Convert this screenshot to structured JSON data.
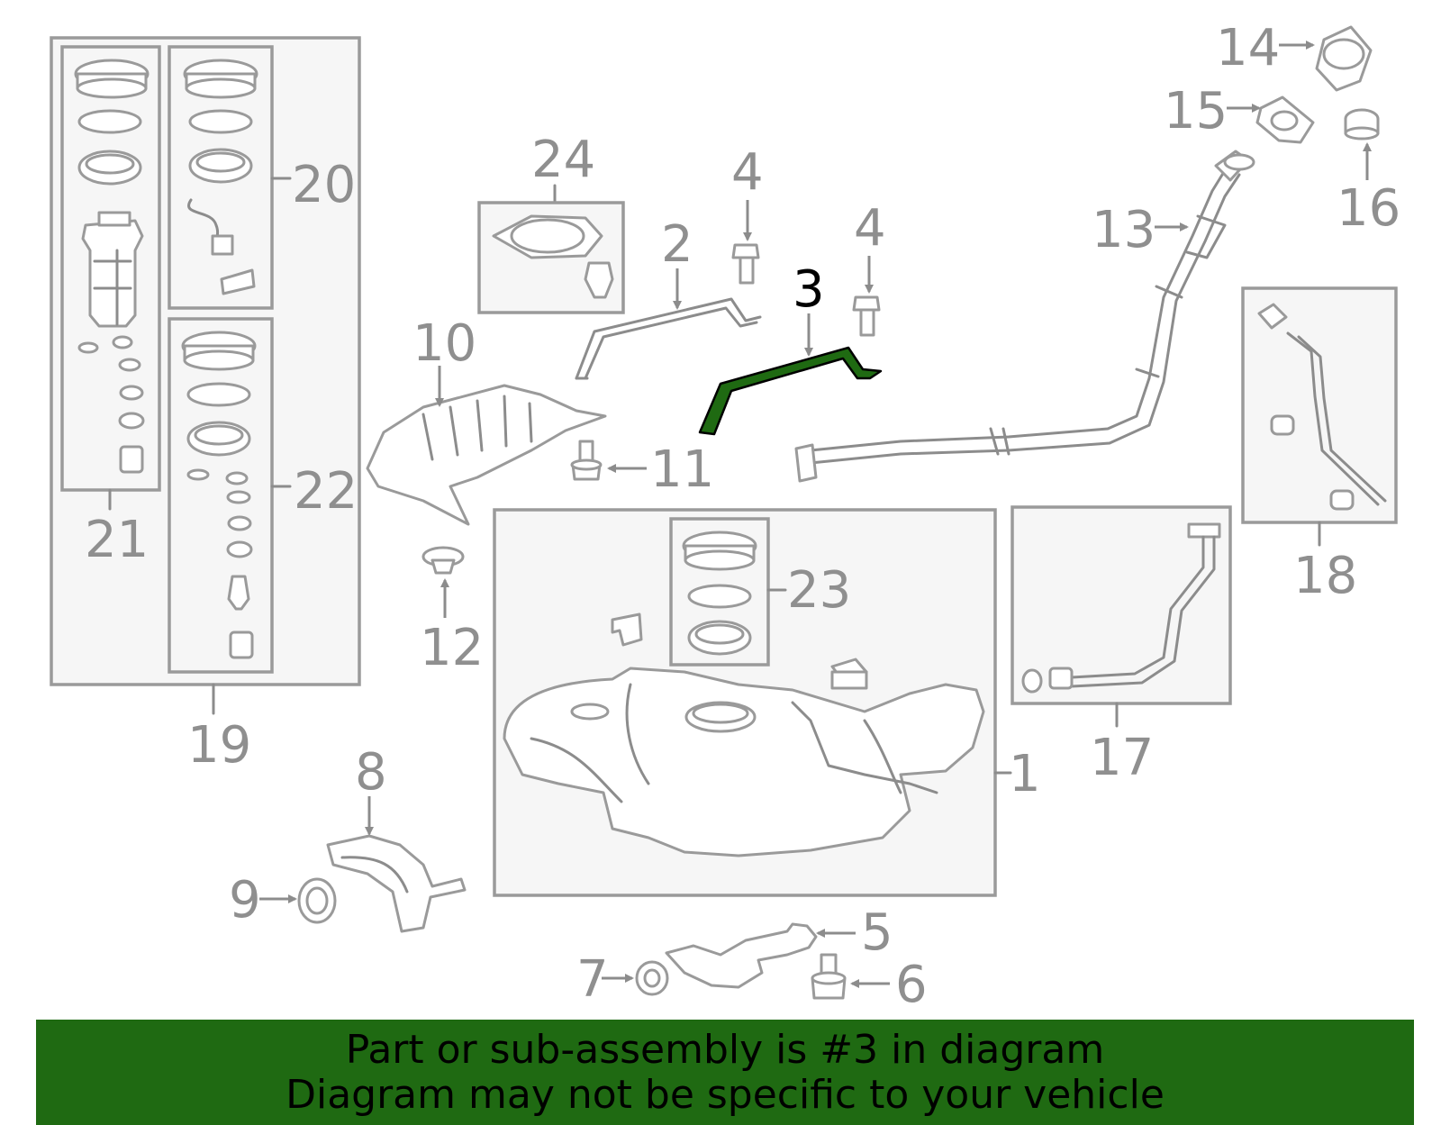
{
  "parts": [
    {
      "id": "p1",
      "label": "1"
    },
    {
      "id": "p2",
      "label": "2"
    },
    {
      "id": "p3",
      "label": "3",
      "highlighted": true
    },
    {
      "id": "p4a",
      "label": "4"
    },
    {
      "id": "p4b",
      "label": "4"
    },
    {
      "id": "p5",
      "label": "5"
    },
    {
      "id": "p6",
      "label": "6"
    },
    {
      "id": "p7",
      "label": "7"
    },
    {
      "id": "p8",
      "label": "8"
    },
    {
      "id": "p9",
      "label": "9"
    },
    {
      "id": "p10",
      "label": "10"
    },
    {
      "id": "p11",
      "label": "11"
    },
    {
      "id": "p12",
      "label": "12"
    },
    {
      "id": "p13",
      "label": "13"
    },
    {
      "id": "p14",
      "label": "14"
    },
    {
      "id": "p15",
      "label": "15"
    },
    {
      "id": "p16",
      "label": "16"
    },
    {
      "id": "p17",
      "label": "17"
    },
    {
      "id": "p18",
      "label": "18"
    },
    {
      "id": "p19",
      "label": "19"
    },
    {
      "id": "p20",
      "label": "20"
    },
    {
      "id": "p21",
      "label": "21"
    },
    {
      "id": "p22",
      "label": "22"
    },
    {
      "id": "p23",
      "label": "23"
    },
    {
      "id": "p24",
      "label": "24"
    }
  ],
  "banner": {
    "line1": "Part or sub-assembly is #3 in diagram",
    "line2": "Diagram may not be specific to your vehicle"
  },
  "colors": {
    "highlight_part": "#1f6a12",
    "banner_background": "#1f6a12",
    "line_art": "#9a9a9a",
    "label_text": "#8f8f8f"
  }
}
